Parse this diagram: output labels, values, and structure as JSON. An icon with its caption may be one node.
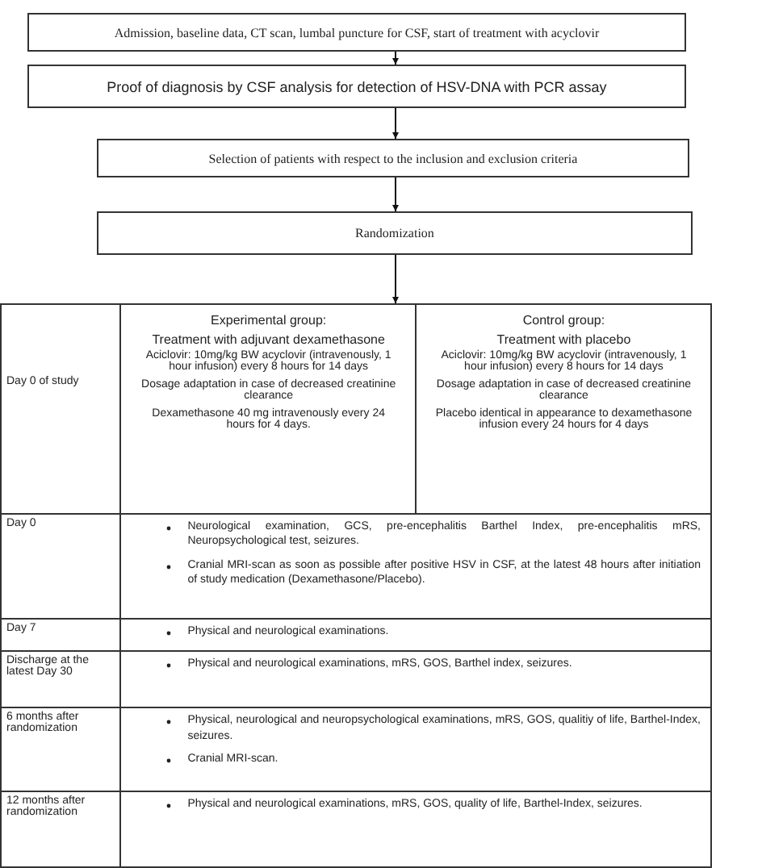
{
  "diagram": {
    "nodes": [
      {
        "text": [
          "Admission, baseline data, CT scan, lumbal puncture for CSF, start of treatment with acyclovir"
        ]
      },
      {
        "text": [
          "Proof of diagnosis by CSF analysis for detection of HSV-DNA with PCR assay"
        ]
      },
      {
        "text": [
          "Selection of patients with respect to the inclusion and exclusion criteria"
        ]
      },
      {
        "text": [
          "Randomization"
        ]
      },
      {
        "text": [],
        "shape": "box"
      }
    ],
    "edges": [
      {
        "from": 0,
        "to": 1,
        "arrow": "to"
      },
      {
        "from": 1,
        "to": 2,
        "arrow": "to"
      },
      {
        "from": 2,
        "to": 3,
        "arrow": "to"
      },
      {
        "from": 3,
        "to": 4,
        "arrow": "to"
      }
    ],
    "labels": [
      "Day 0 of study",
      "Experimental group:",
      "Treatment with adjuvant dexamethasone",
      "Aciclovir: 10mg/kg BW acyclovir (intravenously, 1 hour infusion) every 8 hours for 14 days",
      "Dosage adaptation in case of decreased creatinine clearance",
      "Dexamethasone 40 mg intravenously every 24 hours for 4 days.",
      "Control group:",
      "Treatment with placebo",
      "Aciclovir: 10mg/kg BW acyclovir (intravenously, 1 hour infusion) every 8 hours for 14 days",
      "Dosage adaptation in case of decreased creatinine clearance",
      "Placebo identical in appearance to dexamethasone infusion every 24 hours for 4 days",
      "Day 0",
      "Neurological examination, GCS, pre-encephalitis Barthel Index, pre-encephalitis mRS, Neuropsychological test, seizures.",
      "Cranial MRI-scan as soon as possible after positive HSV in CSF, at the latest 48 hours after initiation of study medication (Dexamethasone/Placebo).",
      "Day 7",
      "Physical and neurological examinations.",
      "Discharge at the latest Day 30",
      "Physical and neurological examinations, mRS, GOS, Barthel index, seizures.",
      "6 months after randomization",
      "Physical, neurological and neuropsychological examinations, mRS, GOS, qualitiy of life, Barthel-Index, seizures.",
      "Cranial MRI-scan.",
      "12 months after randomization",
      "Physical and neurological examinations, mRS, GOS, quality of life, Barthel-Index, seizures."
    ]
  }
}
